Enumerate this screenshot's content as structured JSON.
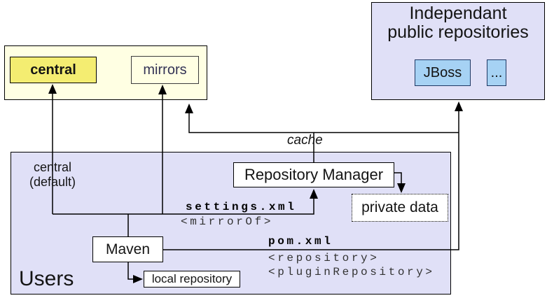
{
  "colors": {
    "pale_yellow": "#FFFFE3",
    "highlight_yellow": "#F4ED71",
    "lavender": "#E0E0F7",
    "light_blue": "#A6D2F4",
    "line": "#000000"
  },
  "yellow_group": {
    "central_label": "central",
    "mirrors_label": "mirrors"
  },
  "public_repos": {
    "title_line1": "Independant",
    "title_line2": "public repositories",
    "jboss_label": "JBoss",
    "more_label": "..."
  },
  "cache_label": "cache",
  "users_group": {
    "label": "Users",
    "central_default_line1": "central",
    "central_default_line2": "(default)",
    "repository_manager_label": "Repository Manager",
    "private_data_label": "private data",
    "maven_label": "Maven",
    "local_repository_label": "local repository"
  },
  "config_labels": {
    "settings_xml": "settings.xml",
    "mirror_of": "<mirrorOf>",
    "pom_xml": "pom.xml",
    "repository_tag": "<repository>",
    "plugin_repository_tag": "<pluginRepository>"
  }
}
